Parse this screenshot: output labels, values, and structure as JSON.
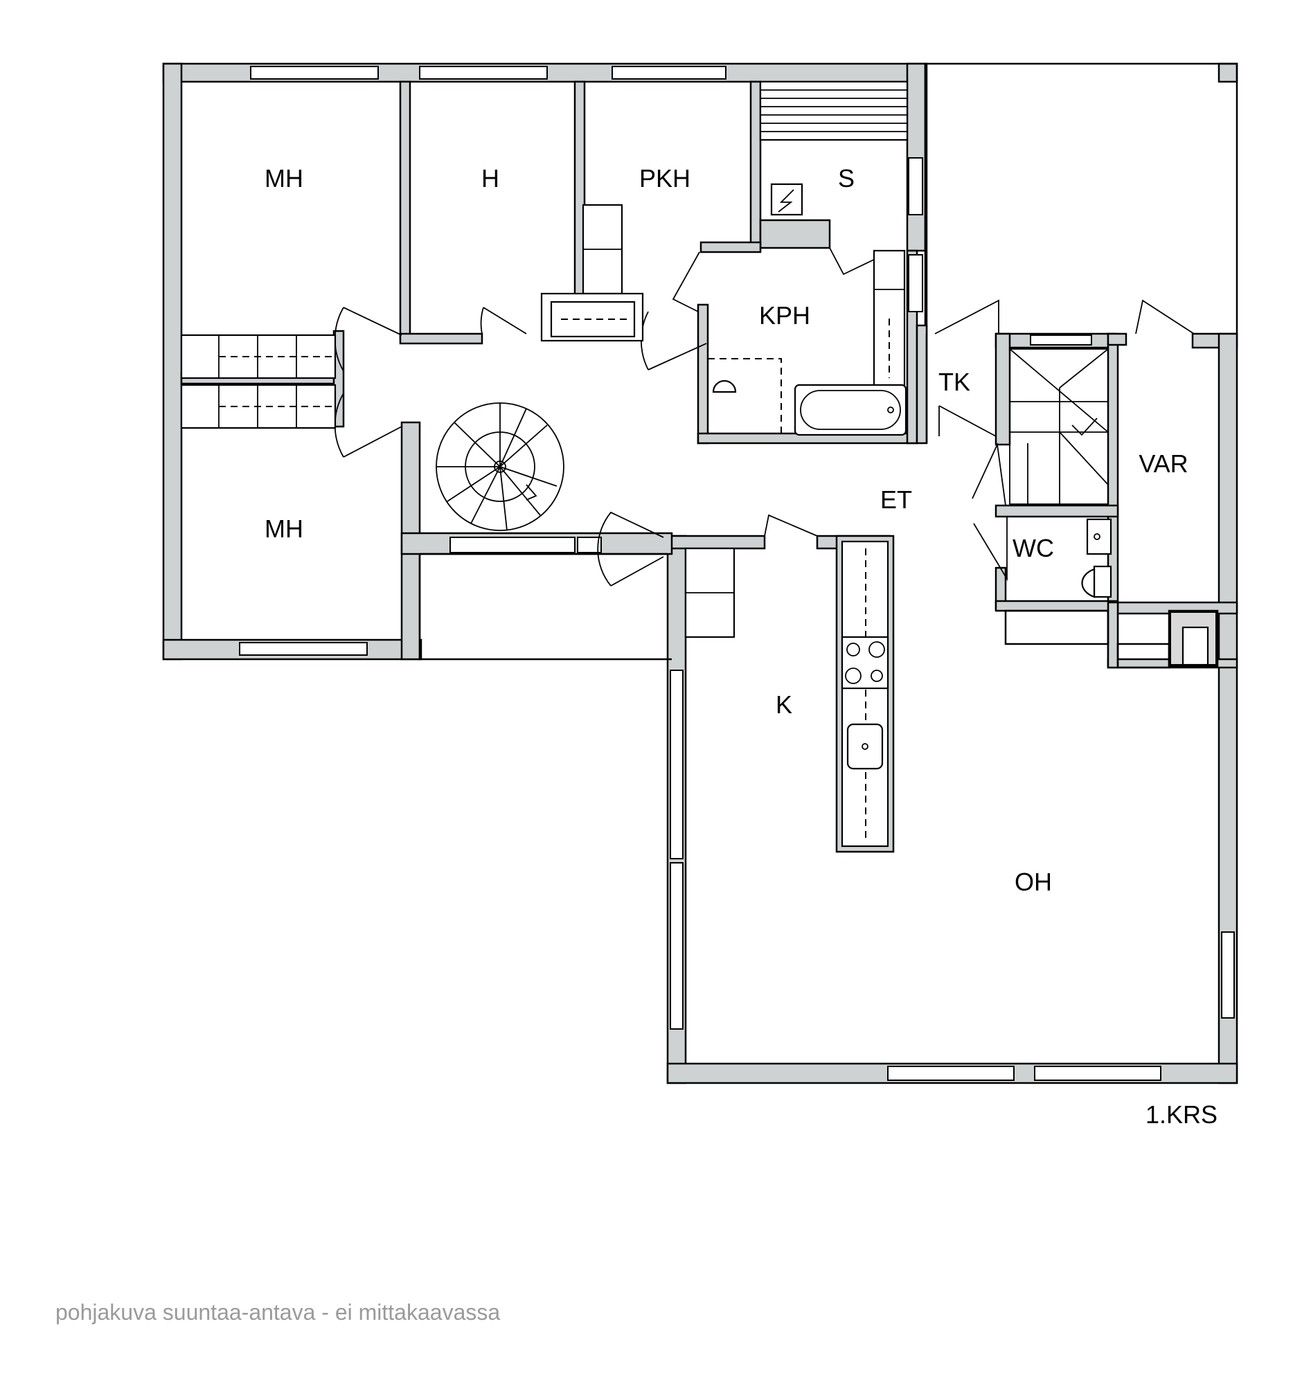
{
  "floor_label": "1.KRS",
  "disclaimer": "pohjakuva suuntaa-antava - ei mittakaavassa",
  "rooms": {
    "mh_top": "MH",
    "h": "H",
    "pkh": "PKH",
    "s": "S",
    "kph": "KPH",
    "tk": "TK",
    "mh_bottom": "MH",
    "et": "ET",
    "var": "VAR",
    "wc": "WC",
    "k": "K",
    "oh": "OH"
  },
  "colors": {
    "wall_fill": "#cfd2d2",
    "line": "#000000",
    "disclaimer_text": "#9a9a9a"
  }
}
